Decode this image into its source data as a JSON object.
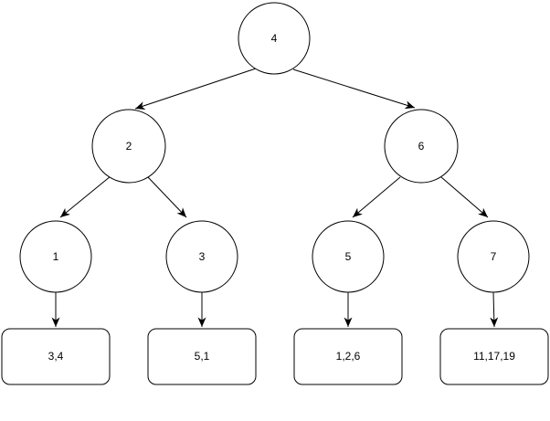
{
  "diagram": {
    "type": "binary-tree-with-leaf-buckets",
    "colors": {
      "stroke": "#000000",
      "shape_fill": "#ffffff",
      "background": "#ffffff",
      "text": "#000000"
    },
    "nodes": [
      {
        "id": "root",
        "label": "4",
        "shape": "circle"
      },
      {
        "id": "left",
        "label": "2",
        "shape": "circle"
      },
      {
        "id": "right",
        "label": "6",
        "shape": "circle"
      },
      {
        "id": "left-left",
        "label": "1",
        "shape": "circle"
      },
      {
        "id": "left-right",
        "label": "3",
        "shape": "circle"
      },
      {
        "id": "right-left",
        "label": "5",
        "shape": "circle"
      },
      {
        "id": "right-right",
        "label": "7",
        "shape": "circle"
      }
    ],
    "leaves": [
      {
        "id": "bucket-1",
        "label": "3,4",
        "shape": "rounded-rect"
      },
      {
        "id": "bucket-2",
        "label": "5,1",
        "shape": "rounded-rect"
      },
      {
        "id": "bucket-3",
        "label": "1,2,6",
        "shape": "rounded-rect"
      },
      {
        "id": "bucket-4",
        "label": "11,17,19",
        "shape": "rounded-rect"
      }
    ],
    "edges": [
      {
        "from": "4",
        "to": "2",
        "style": "arrow"
      },
      {
        "from": "4",
        "to": "6",
        "style": "arrow"
      },
      {
        "from": "2",
        "to": "1",
        "style": "arrow"
      },
      {
        "from": "2",
        "to": "3",
        "style": "arrow"
      },
      {
        "from": "6",
        "to": "5",
        "style": "arrow"
      },
      {
        "from": "6",
        "to": "7",
        "style": "arrow"
      },
      {
        "from": "1",
        "to": "3,4",
        "style": "arrow"
      },
      {
        "from": "3",
        "to": "5,1",
        "style": "arrow"
      },
      {
        "from": "5",
        "to": "1,2,6",
        "style": "arrow"
      },
      {
        "from": "7",
        "to": "11,17,19",
        "style": "arrow"
      }
    ]
  }
}
